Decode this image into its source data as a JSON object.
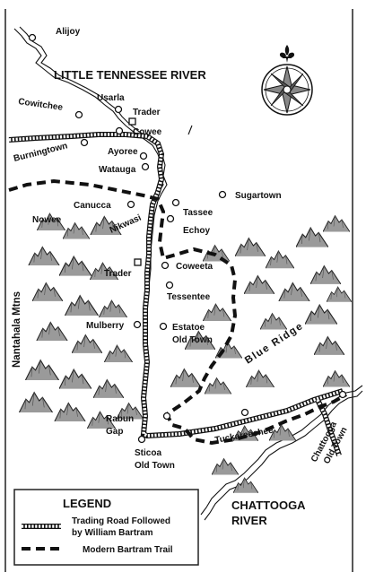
{
  "regions": {
    "little_tennessee_river": "LITTLE TENNESSEE RIVER",
    "chattooga_river_line1": "CHATTOOGA",
    "chattooga_river_line2": "RIVER",
    "nantahala_mtns": "Nantahala Mtns",
    "blue_ridge": "Blue Ridge"
  },
  "towns": {
    "alijoy": "Alijoy",
    "cowitchee": "Cowitchee",
    "usarla": "Usarla",
    "trader_north": "Trader",
    "cowee": "Cowee",
    "burningtown": "Burningtown",
    "ayoree": "Ayoree",
    "watauga": "Watauga",
    "canucca": "Canucca",
    "nowee": "Nowee",
    "nikwasi": "Nikwasi",
    "tassee": "Tassee",
    "sugartown": "Sugartown",
    "echoy": "Echoy",
    "trader_south": "Trader",
    "coweeta": "Coweeta",
    "tessentee": "Tessentee",
    "mulberry": "Mulberry",
    "estatoe_line1": "Estatoe",
    "estatoe_line2": "Old Town",
    "rabun_line1": "Rabun",
    "rabun_line2": "Gap",
    "sticoa_line1": "Sticoa",
    "sticoa_line2": "Old Town",
    "tuckareechee": "Tuckareechee",
    "chattooga_old_town_line1": "Chattooga",
    "chattooga_old_town_line2": "Old Town"
  },
  "legend": {
    "title": "LEGEND",
    "trading_road_line1": "Trading Road Followed",
    "trading_road_line2": "by William Bartram",
    "modern_trail": "Modern Bartram Trail"
  },
  "compass": {
    "symbol": "fleur-de-lis",
    "rose_points": 8
  }
}
